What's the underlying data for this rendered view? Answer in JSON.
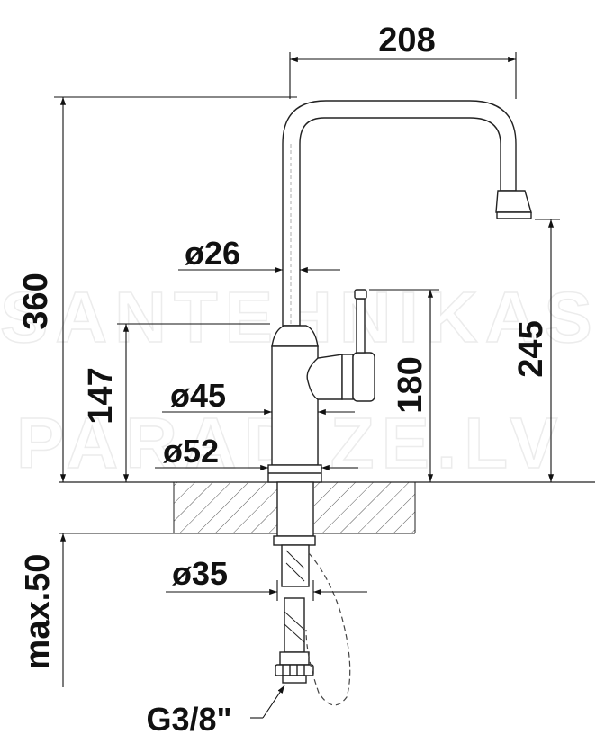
{
  "dimensions": {
    "width_top": "208",
    "height_total": "360",
    "height_spout": "245",
    "height_lever": "147",
    "height_body": "180",
    "dia_spout": "ø26",
    "dia_body": "ø45",
    "dia_base": "ø52",
    "dia_shank": "ø35",
    "max_thickness": "max.50",
    "connection": "G3/8\""
  },
  "watermark": {
    "line1": "SANTEHNIKAS",
    "line2": "PARADIZE.LV"
  }
}
